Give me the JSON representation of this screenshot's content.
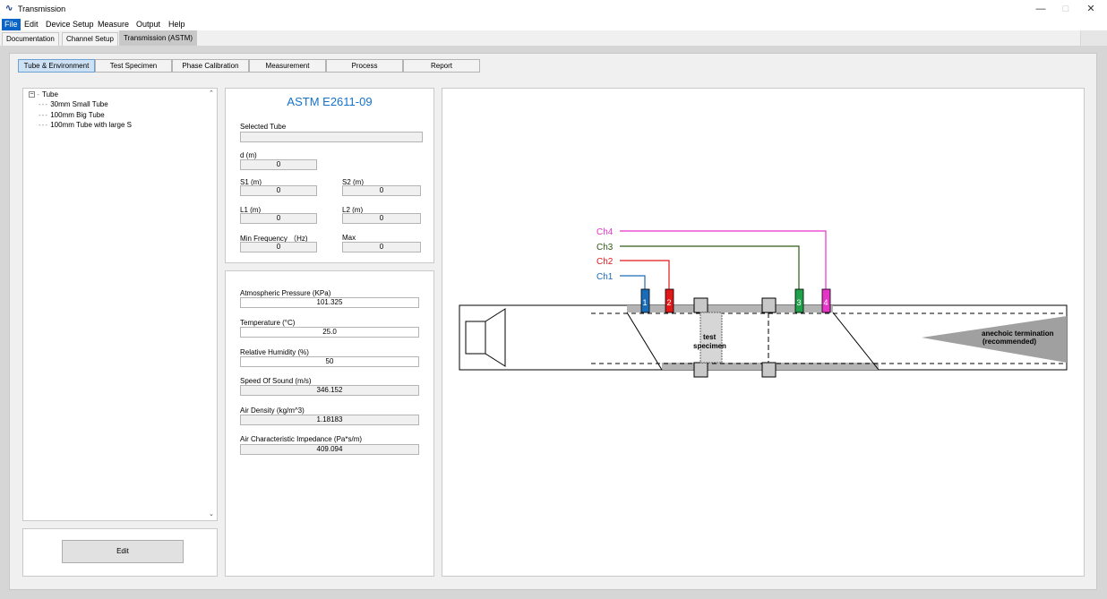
{
  "window": {
    "title": "Transmission",
    "controls": {
      "minimize": "—",
      "maximize": "□",
      "close": "✕"
    }
  },
  "menu": {
    "items": [
      "File",
      "Edit",
      "Device Setup",
      "Measure",
      "Output",
      "Help"
    ],
    "active": "File"
  },
  "top_tabs": {
    "items": [
      "Documentation",
      "Channel Setup",
      "Transmission (ASTM)"
    ],
    "active": "Transmission (ASTM)"
  },
  "sub_tabs": {
    "items": [
      "Tube & Environment",
      "Test Specimen",
      "Phase Calibration",
      "Measurement",
      "Process",
      "Report"
    ],
    "active": "Tube & Environment"
  },
  "tree": {
    "root": "Tube",
    "children": [
      "30mm Small Tube",
      "100mm Big Tube",
      "100mm Tube with large S"
    ]
  },
  "edit_button": "Edit",
  "tube_params": {
    "title": "ASTM E2611-09",
    "selected_tube_label": "Selected Tube",
    "selected_tube_value": "",
    "d_label": "d (m)",
    "d_value": "0",
    "s1_label": "S1 (m)",
    "s1_value": "0",
    "s2_label": "S2 (m)",
    "s2_value": "0",
    "l1_label": "L1 (m)",
    "l1_value": "0",
    "l2_label": "L2 (m)",
    "l2_value": "0",
    "min_freq_label": "Min Frequency （Hz)",
    "min_freq_value": "0",
    "max_label": "Max",
    "max_value": "0"
  },
  "environment": {
    "pressure_label": "Atmospheric Pressure (KPa)",
    "pressure_value": "101.325",
    "temperature_label": "Temperature (°C)",
    "temperature_value": "25.0",
    "humidity_label": "Relative Humidity (%)",
    "humidity_value": "50",
    "sound_speed_label": "Speed Of Sound (m/s)",
    "sound_speed_value": "346.152",
    "air_density_label": "Air Density (kg/m^3)",
    "air_density_value": "1.18183",
    "impedance_label": "Air Characteristic Impedance (Pa*s/m)",
    "impedance_value": "409.094"
  },
  "diagram": {
    "channels": [
      {
        "label": "Ch4",
        "number": "4",
        "color": "#e633c8"
      },
      {
        "label": "Ch3",
        "number": "3",
        "color": "#2d5a14"
      },
      {
        "label": "Ch2",
        "number": "2",
        "color": "#e01818"
      },
      {
        "label": "Ch1",
        "number": "1",
        "color": "#1a6cb8"
      }
    ],
    "mic_colors": {
      "1": "#1a6cb8",
      "2": "#e01818",
      "3": "#1fa04a",
      "4": "#e633c8"
    },
    "specimen_label_1": "test",
    "specimen_label_2": "specimen",
    "termination_label_1": "anechoic termination",
    "termination_label_2": "(recommended)"
  },
  "colors": {
    "accent": "#1572c9",
    "menu_active": "#0a64c8"
  }
}
